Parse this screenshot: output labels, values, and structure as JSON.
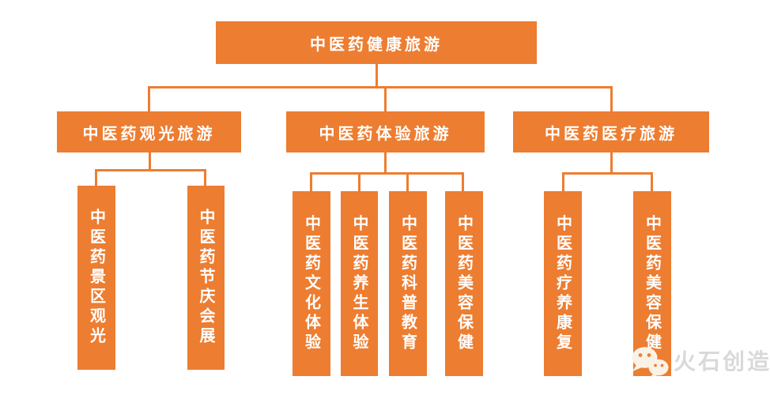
{
  "diagram": {
    "title_node": "中医药健康旅游",
    "branches": [
      {
        "label": "中医药观光旅游",
        "children": [
          "中医药景区观光",
          "中医药节庆会展"
        ]
      },
      {
        "label": "中医药体验旅游",
        "children": [
          "中医药文化体验",
          "中医药养生体验",
          "中医药科普教育",
          "中医药美容保健"
        ]
      },
      {
        "label": "中医药医疗旅游",
        "children": [
          "中医药疗养康复",
          "中医药美容保健"
        ]
      }
    ]
  },
  "watermark": {
    "icon": "wechat-icon",
    "text": "火石创造"
  },
  "palette": {
    "box_orange": "#ED7D31",
    "line_orange": "#ED7D31",
    "node_text": "#FFFFFF",
    "watermark_gray": "#D9D9D9",
    "wechat_bubble_cream": "#FBF2E6",
    "background": "#FFFFFF"
  }
}
